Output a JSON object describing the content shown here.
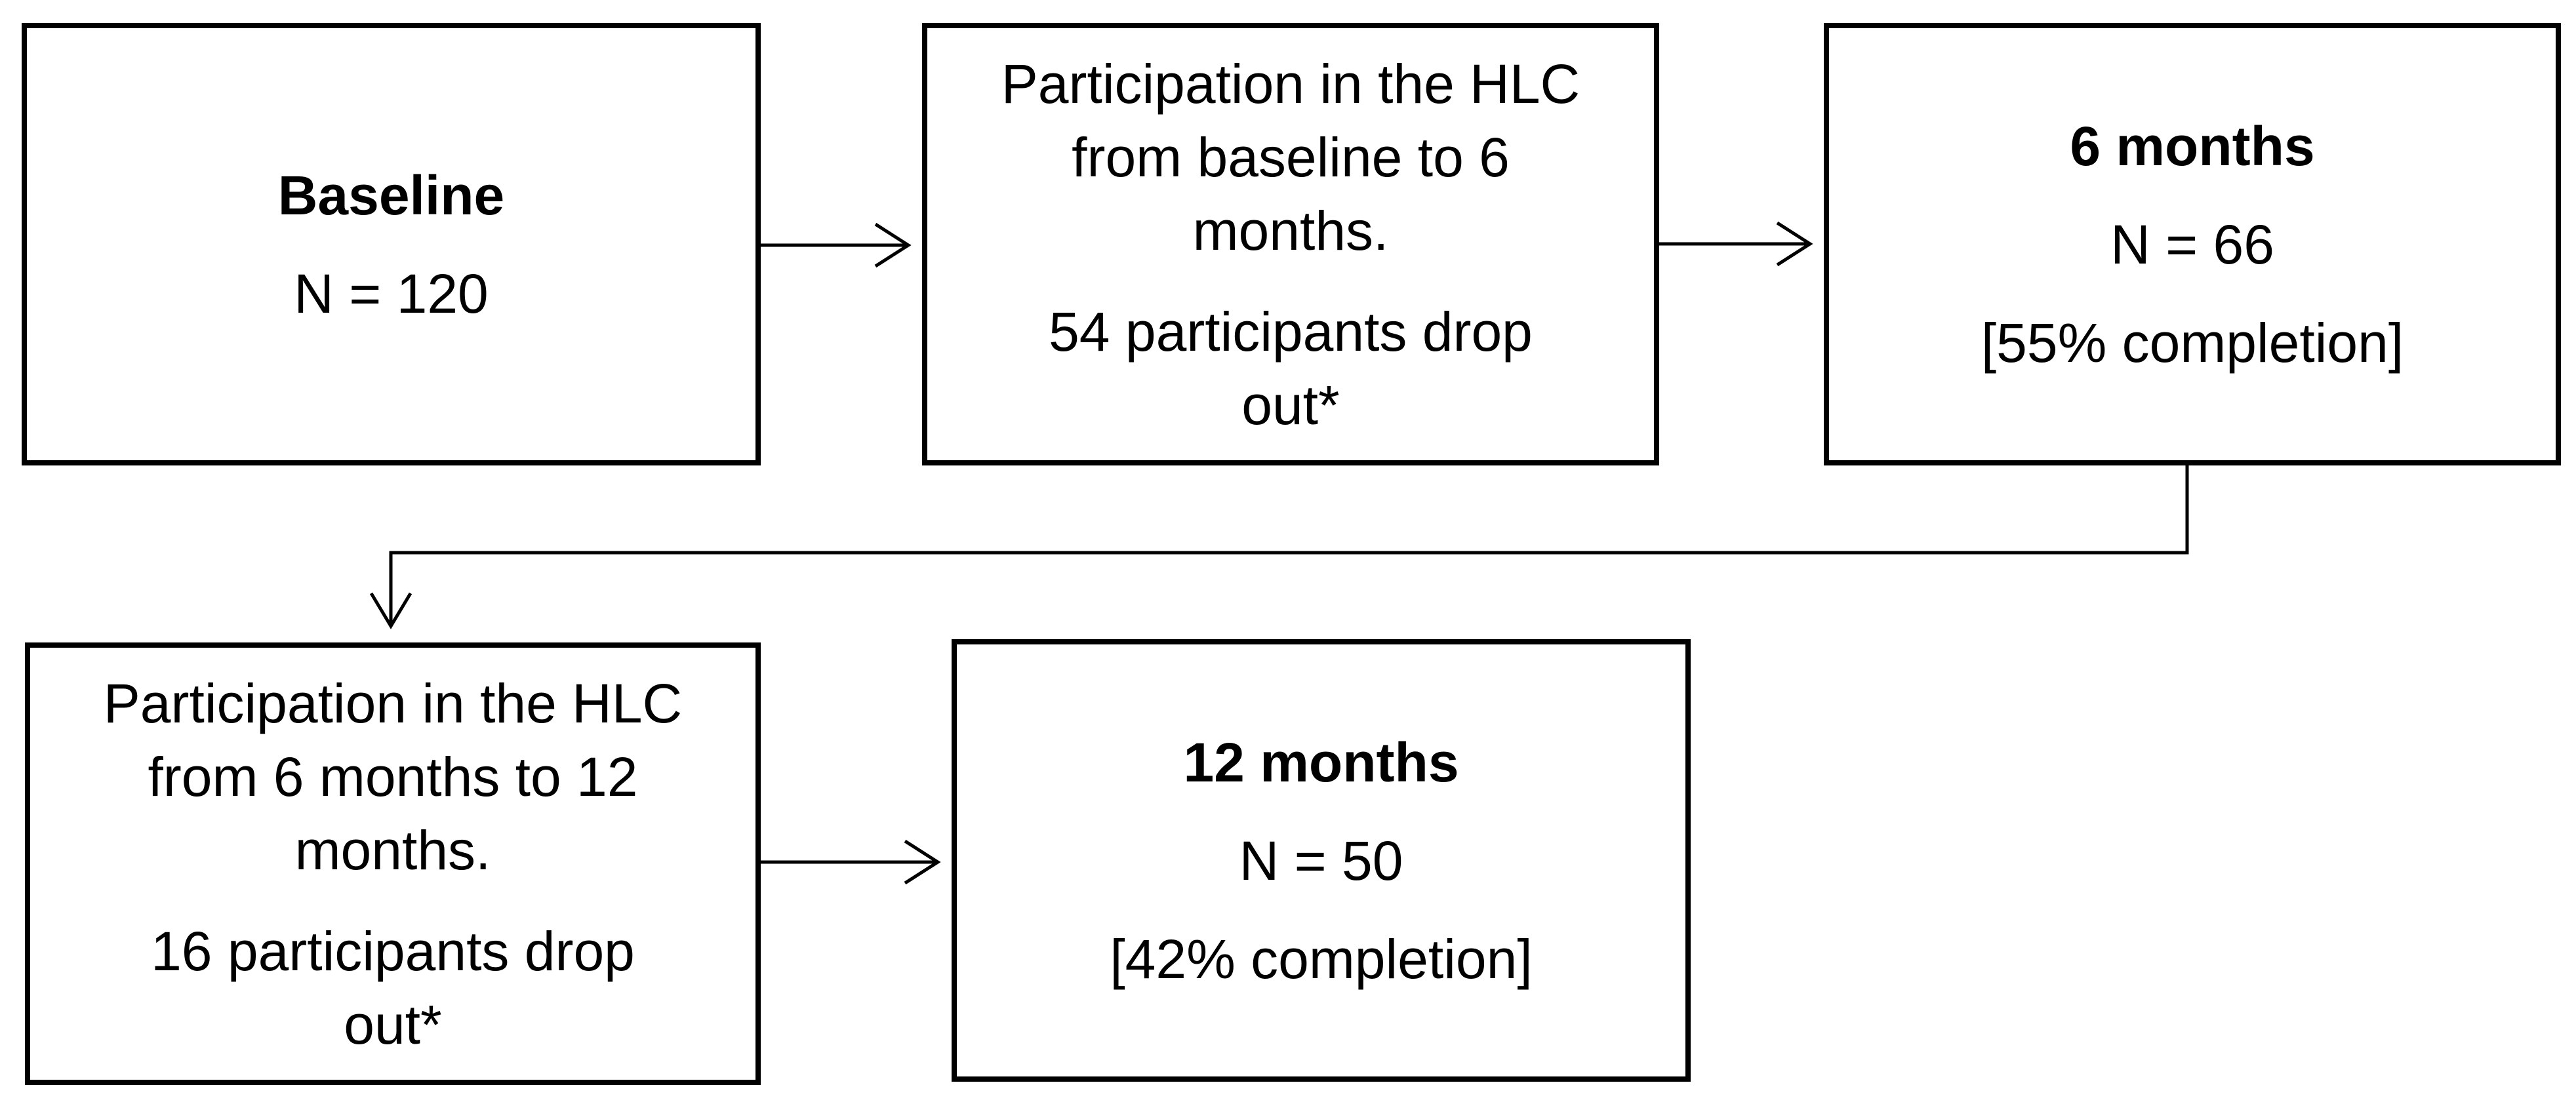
{
  "flow": {
    "baseline": {
      "title": "Baseline",
      "n": "N = 120"
    },
    "phase1": {
      "text": "Participation in the HLC\nfrom baseline to 6\nmonths.",
      "dropout": "54 participants drop\nout*"
    },
    "six_months": {
      "title": "6 months",
      "n": "N = 66",
      "completion": "[55% completion]"
    },
    "phase2": {
      "text": "Participation in the HLC\nfrom 6 months to 12\nmonths.",
      "dropout": "16 participants drop\nout*"
    },
    "twelve_months": {
      "title": "12 months",
      "n": "N = 50",
      "completion": "[42% completion]"
    }
  }
}
